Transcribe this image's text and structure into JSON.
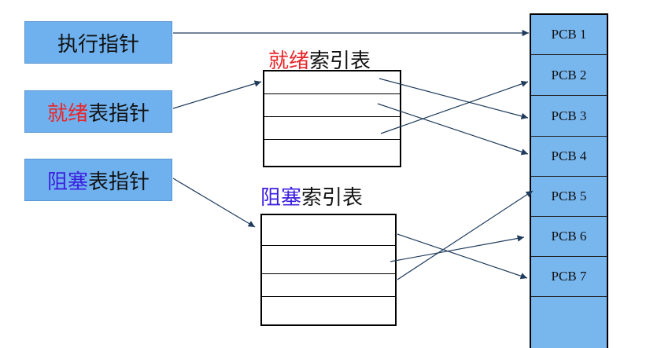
{
  "colors": {
    "ready": "#e8262b",
    "blocked": "#3c20e0",
    "arrow": "#1f3b5c",
    "box_fill": "#6fb1ee"
  },
  "pointers": {
    "exec": {
      "label": "执行指针"
    },
    "ready": {
      "highlight": "就绪",
      "rest": "表指针"
    },
    "blocked": {
      "highlight": "阻塞",
      "rest": "表指针"
    }
  },
  "ready_table": {
    "title_highlight": "就绪",
    "title_rest": "索引表"
  },
  "blocked_table": {
    "title_highlight": "阻塞",
    "title_rest": "索引表"
  },
  "pcbs": [
    "PCB 1",
    "PCB 2",
    "PCB 3",
    "PCB 4",
    "PCB 5",
    "PCB 6",
    "PCB 7",
    ""
  ]
}
